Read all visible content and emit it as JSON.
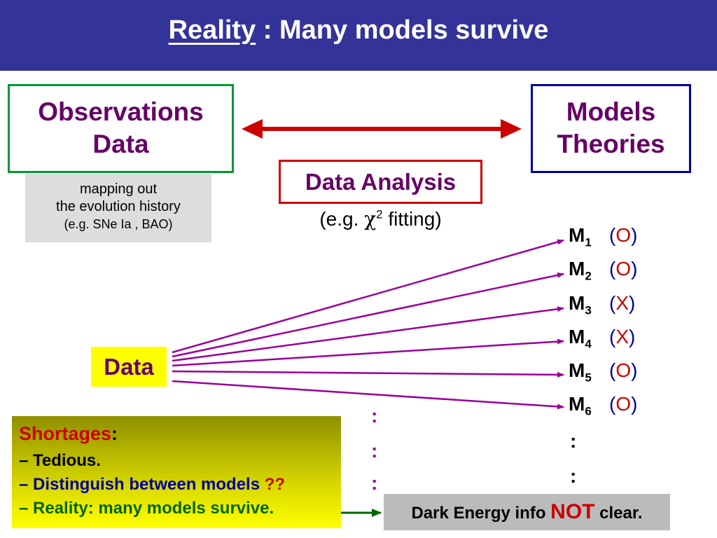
{
  "title": {
    "underlined": "Reality",
    "rest": " :  Many models survive"
  },
  "observations": {
    "line1": "Observations",
    "line2": "Data"
  },
  "models_box": {
    "line1": "Models",
    "line2": "Theories"
  },
  "analysis": {
    "label": "Data Analysis",
    "eg_prefix": "(e.g. ",
    "chi": "χ",
    "sup": "2",
    "eg_suffix": " fitting)"
  },
  "mapping": {
    "line1": "mapping out",
    "line2": "the evolution history",
    "line3": "(e.g.  SNe Ia , BAO)"
  },
  "data_label": "Data",
  "models": [
    {
      "m": "M",
      "sub": "1",
      "open": "(",
      "v": "O",
      "close": ")"
    },
    {
      "m": "M",
      "sub": "2",
      "open": "(",
      "v": "O",
      "close": ")"
    },
    {
      "m": "M",
      "sub": "3",
      "open": "(",
      "v": "X",
      "close": ")"
    },
    {
      "m": "M",
      "sub": "4",
      "open": "(",
      "v": "X",
      "close": ")"
    },
    {
      "m": "M",
      "sub": "5",
      "open": "(",
      "v": "O",
      "close": ")"
    },
    {
      "m": "M",
      "sub": "6",
      "open": "(",
      "v": "O",
      "close": ")"
    }
  ],
  "ellipsis": ":",
  "shortages": {
    "title": "Shortages",
    "colon": ":",
    "item1": "– Tedious.",
    "item2": "– Distinguish between models ",
    "item2_mark": "??",
    "item3": "– Reality: many models survive."
  },
  "dark_energy": {
    "pre": "Dark Energy info ",
    "not": "NOT",
    "post": " clear."
  },
  "colors": {
    "header": "#333399",
    "purple": "#660066",
    "red": "#cc0000",
    "green": "#009933",
    "navy": "#000099",
    "arrow_line": "#990099"
  }
}
